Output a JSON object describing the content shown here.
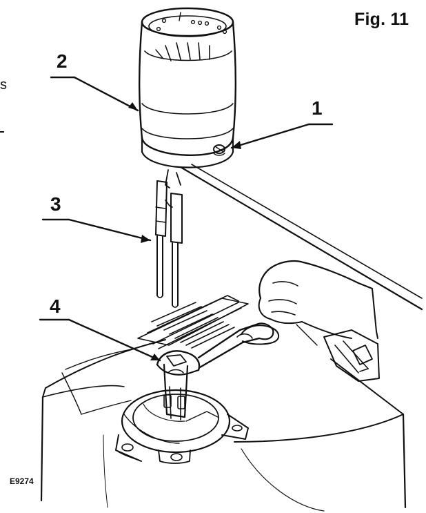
{
  "figure": {
    "title": "Fig. 11",
    "reference_code": "E9274",
    "edge_fragment": "s"
  },
  "callouts": [
    {
      "number": "1"
    },
    {
      "number": "2"
    },
    {
      "number": "3"
    },
    {
      "number": "4"
    }
  ],
  "colors": {
    "ink": "#111111",
    "paper": "#ffffff"
  },
  "icons": {
    "blast_tube": "blast-tube-icon",
    "screw": "screw-icon",
    "electrodes": "electrode-pair-icon",
    "wrench": "wrench-icon",
    "hand": "hand-icon",
    "burner_housing": "burner-housing-icon"
  }
}
